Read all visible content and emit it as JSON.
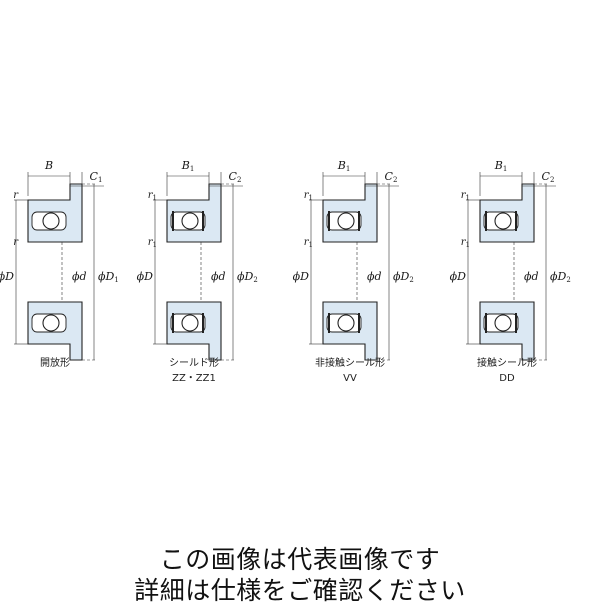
{
  "bearings": [
    {
      "caption": "開放形",
      "code": "",
      "labels": {
        "width": "B",
        "width_sub": "",
        "flange": "C",
        "flange_sub": "1",
        "chamfer": "r",
        "chamfer_sub": "",
        "bore": "ϕd",
        "outer": "ϕD",
        "flange_dia": "ϕD",
        "flange_dia_sub": "1"
      }
    },
    {
      "caption": "シールド形",
      "code": "ZZ・ZZ1",
      "labels": {
        "width": "B",
        "width_sub": "1",
        "flange": "C",
        "flange_sub": "2",
        "chamfer": "r",
        "chamfer_sub": "1",
        "bore": "ϕd",
        "outer": "ϕD",
        "flange_dia": "ϕD",
        "flange_dia_sub": "2"
      }
    },
    {
      "caption": "非接触シール形",
      "code": "VV",
      "labels": {
        "width": "B",
        "width_sub": "1",
        "flange": "C",
        "flange_sub": "2",
        "chamfer": "r",
        "chamfer_sub": "1",
        "bore": "ϕd",
        "outer": "ϕD",
        "flange_dia": "ϕD",
        "flange_dia_sub": "2"
      }
    },
    {
      "caption": "接触シール形",
      "code": "DD",
      "labels": {
        "width": "B",
        "width_sub": "1",
        "flange": "C",
        "flange_sub": "2",
        "chamfer": "r",
        "chamfer_sub": "1",
        "bore": "ϕd",
        "outer": "ϕD",
        "flange_dia": "ϕD",
        "flange_dia_sub": "2"
      }
    }
  ],
  "notice": {
    "line1": "この画像は代表画像です",
    "line2": "詳細は仕様をご確認ください"
  },
  "colors": {
    "ring_fill": "#dbe8f3",
    "outline": "#222222",
    "ball": "#ffffff",
    "dim_line": "#333333"
  }
}
